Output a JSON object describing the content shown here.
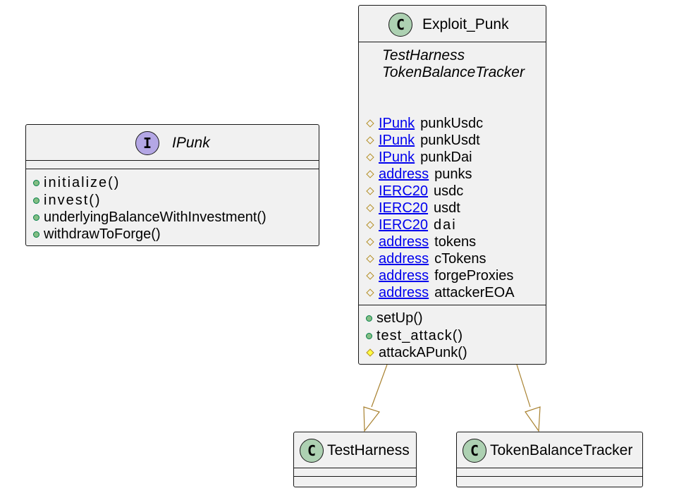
{
  "ipunk": {
    "name": "IPunk",
    "badge": "I",
    "methods": [
      "initialize()",
      "invest()",
      "underlyingBalanceWithInvestment()",
      "withdrawToForge()"
    ]
  },
  "exploit": {
    "name": "Exploit_Punk",
    "badge": "C",
    "parents": [
      "TestHarness",
      "TokenBalanceTracker"
    ],
    "fields": [
      {
        "type": "IPunk",
        "name": "punkUsdc"
      },
      {
        "type": "IPunk",
        "name": "punkUsdt"
      },
      {
        "type": "IPunk",
        "name": "punkDai"
      },
      {
        "type": "address",
        "name": "punks"
      },
      {
        "type": "IERC20",
        "name": "usdc"
      },
      {
        "type": "IERC20",
        "name": "usdt"
      },
      {
        "type": "IERC20",
        "name": "dai"
      },
      {
        "type": "address",
        "name": "tokens"
      },
      {
        "type": "address",
        "name": "cTokens"
      },
      {
        "type": "address",
        "name": "forgeProxies"
      },
      {
        "type": "address",
        "name": "attackerEOA"
      }
    ],
    "methods": [
      {
        "visibility": "public",
        "name": "setUp()"
      },
      {
        "visibility": "public",
        "name": "test_attack()"
      },
      {
        "visibility": "internal",
        "name": "attackAPunk()"
      }
    ]
  },
  "test_harness": {
    "name": "TestHarness",
    "badge": "C"
  },
  "token_tracker": {
    "name": "TokenBalanceTracker",
    "badge": "C"
  },
  "colors": {
    "box_fill": "#f1f1f1",
    "class_badge": "#add1b2",
    "interface_badge": "#b4a7e5",
    "arrow": "#a8812f",
    "link": "#0000ee",
    "public_dot": "#84be84"
  }
}
